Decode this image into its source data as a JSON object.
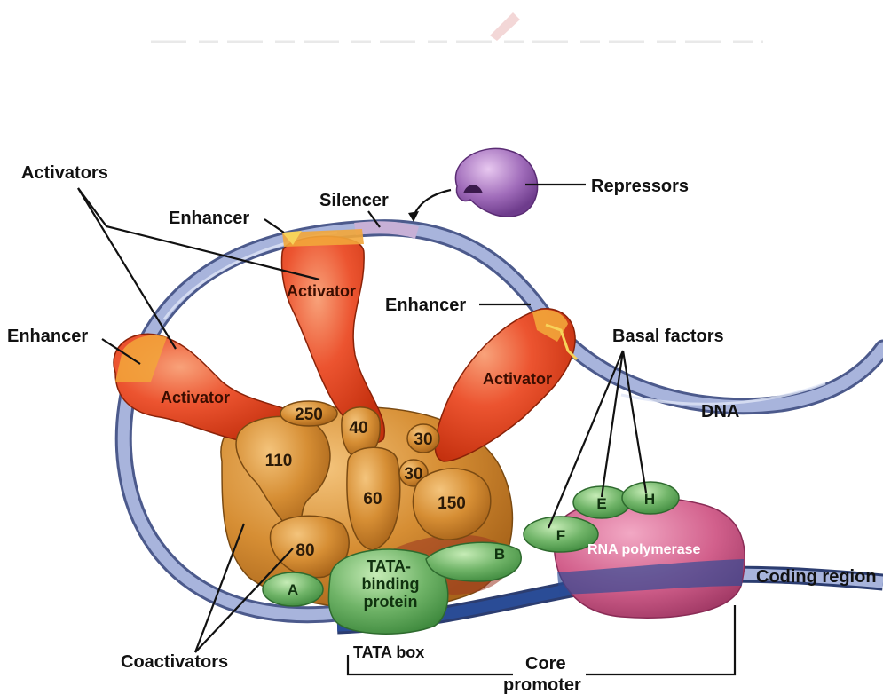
{
  "labels": {
    "activators": "Activators",
    "silencer": "Silencer",
    "repressors": "Repressors",
    "enhancer_top": "Enhancer",
    "enhancer_left": "Enhancer",
    "enhancer_right": "Enhancer",
    "basal_factors": "Basal factors",
    "dna": "DNA",
    "coding_region": "Coding region",
    "coactivators": "Coactivators",
    "tata_box": "TATA box",
    "core_promoter_1": "Core",
    "core_promoter_2": "promoter"
  },
  "activator_names": {
    "top": "Activator",
    "left": "Activator",
    "right": "Activator"
  },
  "coactivator_subunits": {
    "s250": "250",
    "s40": "40",
    "s30a": "30",
    "s30b": "30",
    "s110": "110",
    "s60": "60",
    "s150": "150",
    "s80": "80"
  },
  "basal_factor_names": {
    "a": "A",
    "b": "B",
    "e": "E",
    "f": "F",
    "h": "H",
    "tbp_1": "TATA-",
    "tbp_2": "binding",
    "tbp_3": "protein"
  },
  "rna_polymerase": "RNA polymerase",
  "colors": {
    "dna": "#a8b4dc",
    "dna_outline": "#4c5a8c",
    "activator": "#ea4a26",
    "enhancer": "#f2a63a",
    "silencer": "#c7b0d6",
    "repressor": "#9b64b4",
    "coactivator": "#d48c32",
    "basal_factor": "#70b468",
    "rna_polymerase": "#d2608c",
    "coding_strand": "#2a4c96"
  }
}
